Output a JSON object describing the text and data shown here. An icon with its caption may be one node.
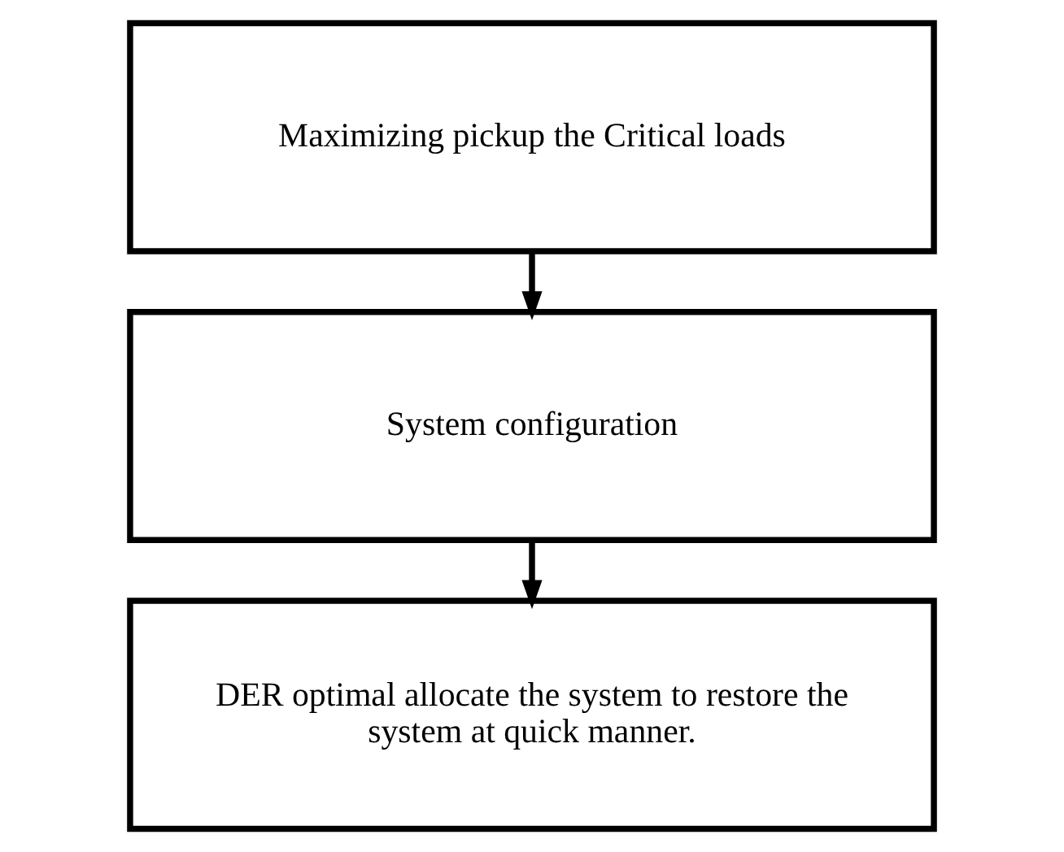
{
  "diagram": {
    "nodes": [
      {
        "text": [
          "Maximizing pickup the Critical loads"
        ]
      },
      {
        "text": [
          "System configuration"
        ]
      },
      {
        "text": [
          "DER optimal allocate the system to restore the system at quick manner."
        ]
      }
    ],
    "edges": [
      {
        "from": 0,
        "to": 1,
        "arrow": "to"
      },
      {
        "from": 1,
        "to": 2,
        "arrow": "to"
      }
    ]
  }
}
